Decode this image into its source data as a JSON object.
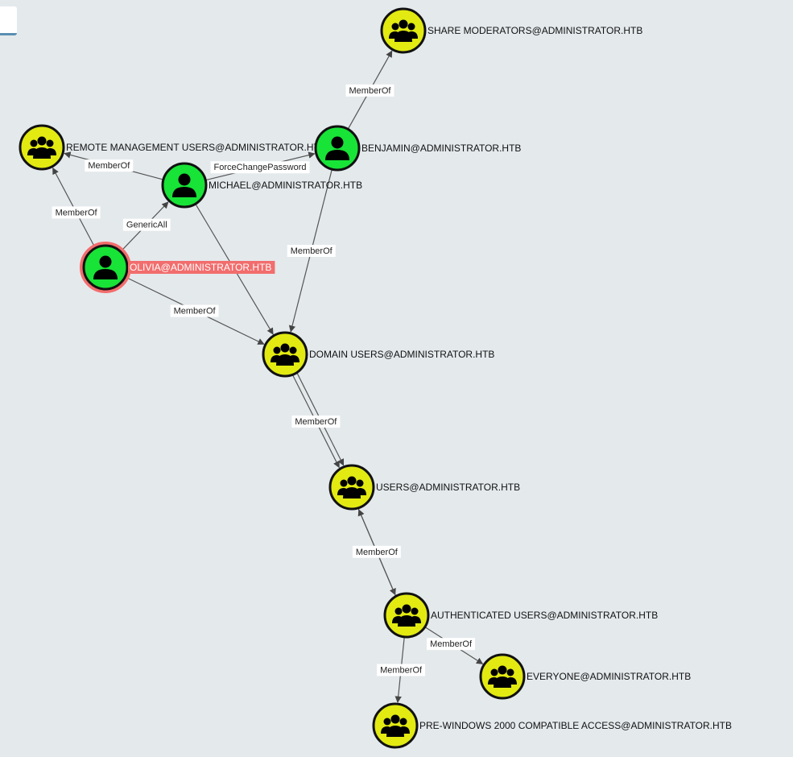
{
  "colors": {
    "background": "#e4e9ec",
    "group_fill": "#e2ea12",
    "user_fill": "#18e337",
    "node_stroke": "#111111",
    "highlight_ring": "#f26d6d",
    "edge": "#555555"
  },
  "nodes": [
    {
      "id": "share-moderators",
      "label": "SHARE MODERATORS@ADMINISTRATOR.HTB",
      "kind": "group",
      "icon": "users-group-icon"
    },
    {
      "id": "remote-management-users",
      "label": "REMOTE MANAGEMENT USERS@ADMINISTRATOR.HTB",
      "kind": "group",
      "icon": "users-group-icon"
    },
    {
      "id": "benjamin",
      "label": "BENJAMIN@ADMINISTRATOR.HTB",
      "kind": "user",
      "icon": "user-icon"
    },
    {
      "id": "michael",
      "label": "MICHAEL@ADMINISTRATOR.HTB",
      "kind": "user",
      "icon": "user-icon"
    },
    {
      "id": "olivia",
      "label": "OLIVIA@ADMINISTRATOR.HTB",
      "kind": "user",
      "icon": "user-icon",
      "highlighted": true
    },
    {
      "id": "domain-users",
      "label": "DOMAIN USERS@ADMINISTRATOR.HTB",
      "kind": "group",
      "icon": "users-group-icon"
    },
    {
      "id": "users",
      "label": "USERS@ADMINISTRATOR.HTB",
      "kind": "group",
      "icon": "users-group-icon"
    },
    {
      "id": "authenticated-users",
      "label": "AUTHENTICATED USERS@ADMINISTRATOR.HTB",
      "kind": "group",
      "icon": "users-group-icon"
    },
    {
      "id": "everyone",
      "label": "EVERYONE@ADMINISTRATOR.HTB",
      "kind": "group",
      "icon": "users-group-icon"
    },
    {
      "id": "pre-windows-2000",
      "label": "PRE-WINDOWS 2000 COMPATIBLE ACCESS@ADMINISTRATOR.HTB",
      "kind": "group",
      "icon": "users-group-icon"
    }
  ],
  "edges": [
    {
      "from": "benjamin",
      "to": "share-moderators",
      "label": "MemberOf"
    },
    {
      "from": "michael",
      "to": "remote-management-users",
      "label": "MemberOf"
    },
    {
      "from": "michael",
      "to": "benjamin",
      "label": "ForceChangePassword"
    },
    {
      "from": "olivia",
      "to": "remote-management-users",
      "label": "MemberOf"
    },
    {
      "from": "olivia",
      "to": "michael",
      "label": "GenericAll"
    },
    {
      "from": "benjamin",
      "to": "domain-users",
      "label": "MemberOf"
    },
    {
      "from": "olivia",
      "to": "domain-users",
      "label": "MemberOf"
    },
    {
      "from": "michael",
      "to": "domain-users",
      "label": ""
    },
    {
      "from": "domain-users",
      "to": "users",
      "label": "MemberOf"
    },
    {
      "from": "domain-users",
      "to": "users",
      "label": ""
    },
    {
      "from": "users",
      "to": "authenticated-users",
      "label": "MemberOf"
    },
    {
      "from": "authenticated-users",
      "to": "users",
      "label": ""
    },
    {
      "from": "authenticated-users",
      "to": "everyone",
      "label": "MemberOf"
    },
    {
      "from": "authenticated-users",
      "to": "pre-windows-2000",
      "label": "MemberOf"
    }
  ]
}
